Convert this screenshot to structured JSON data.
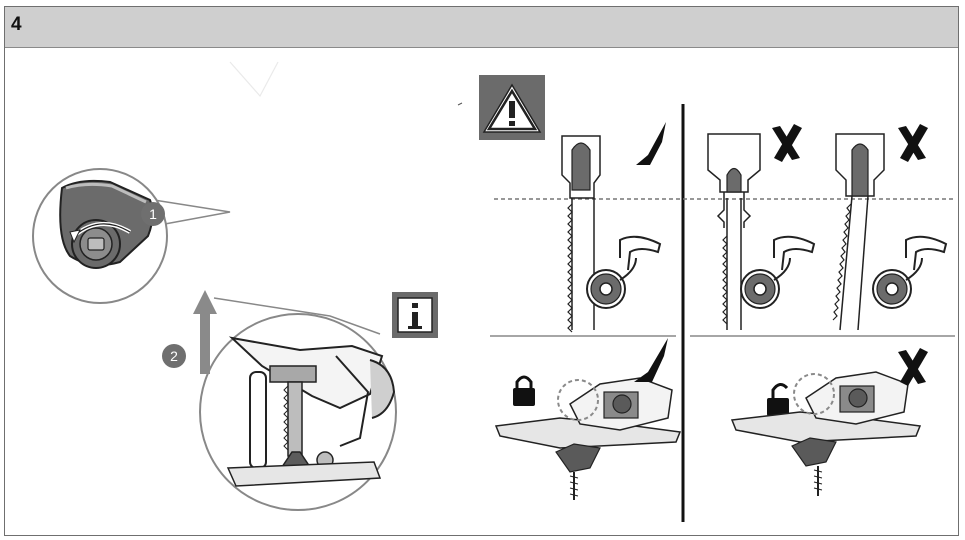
{
  "page": {
    "step_number": "4"
  },
  "callouts": {
    "step1": "1",
    "step2": "2"
  },
  "icons": {
    "warning": "warning-triangle-icon",
    "info": "info-icon",
    "locked": "lock-closed-icon",
    "unlocked": "lock-open-icon"
  }
}
